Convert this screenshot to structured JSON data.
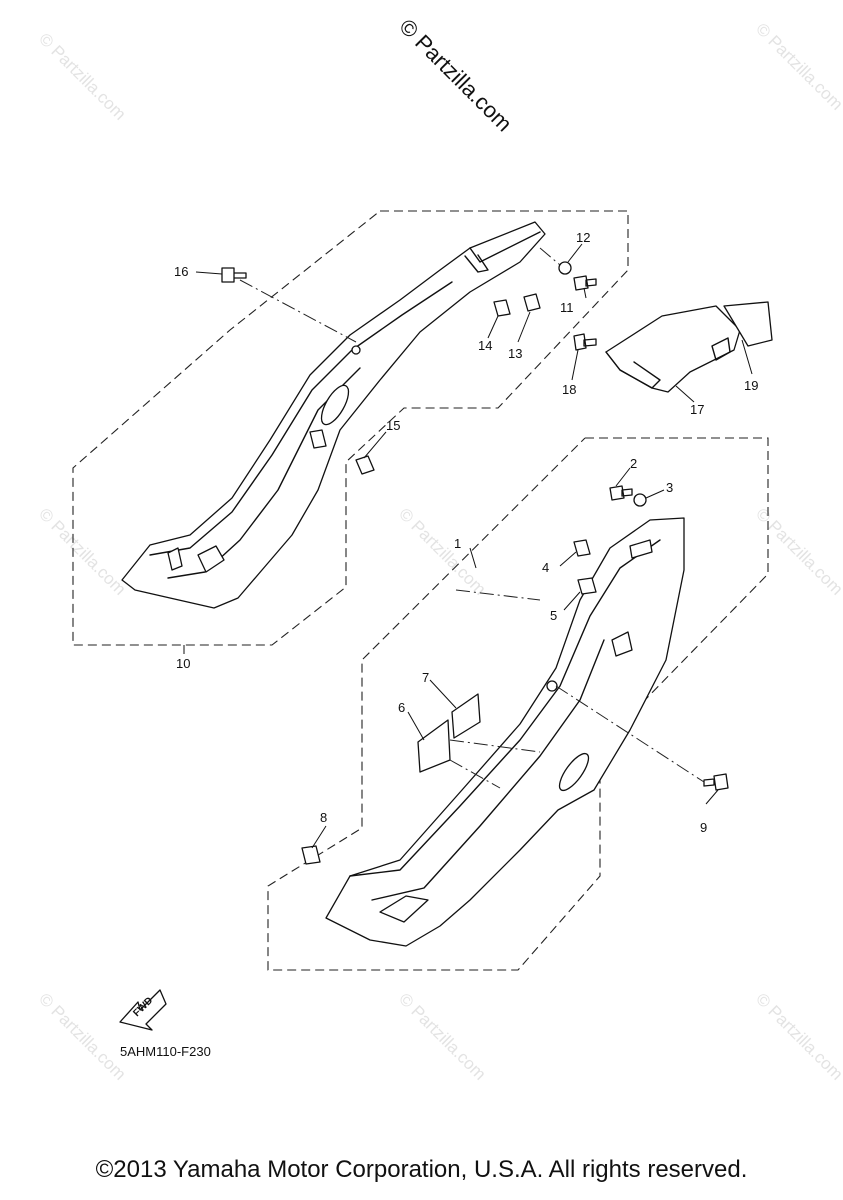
{
  "watermark": {
    "brand": "© Partzilla.com",
    "repeat_text": "© Partzilla.com"
  },
  "parts": {
    "p1": "1",
    "p2": "2",
    "p3": "3",
    "p4": "4",
    "p5": "5",
    "p6": "6",
    "p7": "7",
    "p8": "8",
    "p9": "9",
    "p10": "10",
    "p11": "11",
    "p12": "12",
    "p13": "13",
    "p14": "14",
    "p15": "15",
    "p16": "16",
    "p17": "17",
    "p18": "18",
    "p19": "19"
  },
  "fwd_label": "FWD",
  "figure_code": "5AHM110-F230",
  "copyright": "©2013 Yamaha Motor Corporation, U.S.A. All rights reserved."
}
